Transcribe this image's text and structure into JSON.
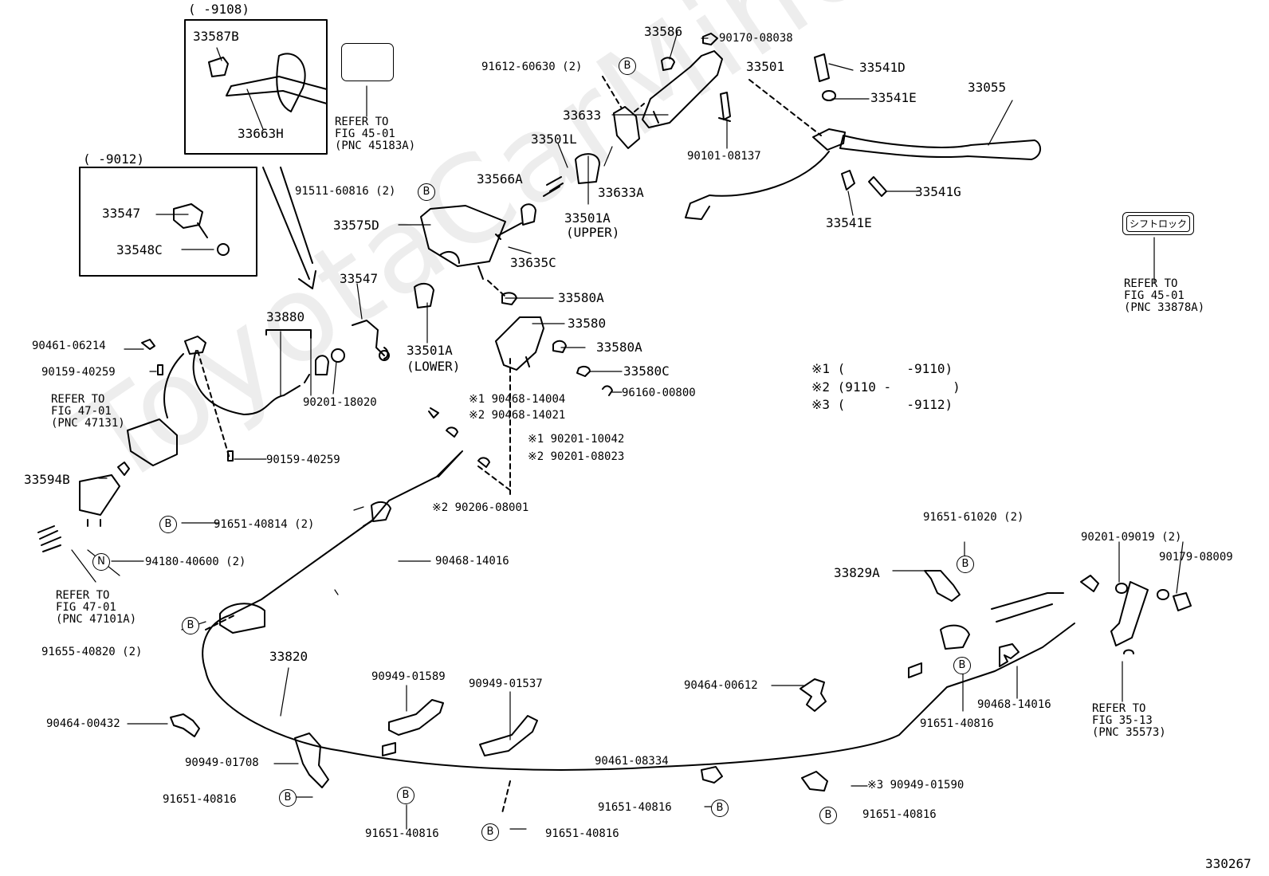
{
  "watermark": "ToyotaCarMine.ru",
  "figure_id": "330267",
  "callouts": {
    "c33587B": "33587B",
    "c33663H": "33663H",
    "c9108": "( -9108)",
    "c9012": "( -9012)",
    "c33547a": "33547",
    "c33548C": "33548C",
    "c33586": "33586",
    "c90170": "90170-08038",
    "c91612": "91612-60630 (2)",
    "c33501": "33501",
    "c33541D": "33541D",
    "c33055": "33055",
    "c33541E_top": "33541E",
    "c33633": "33633",
    "c33501L": "33501L",
    "c90101": "90101-08137",
    "c91511": "91511-60816 (2)",
    "c33566A": "33566A",
    "c33633A": "33633A",
    "c33501A_up": "33501A",
    "upper": "(UPPER)",
    "c33541G": "33541G",
    "c33541E_bot": "33541E",
    "c33575D": "33575D",
    "c33635C": "33635C",
    "c33547b": "33547",
    "c33880": "33880",
    "c33580A_a": "33580A",
    "c33580": "33580",
    "c33580A_b": "33580A",
    "c33580C": "33580C",
    "c33501A_low": "33501A",
    "lower": "(LOWER)",
    "c90461a": "90461-06214",
    "c90159a": "90159-40259",
    "c90201_1802": "90201-18020",
    "c96160": "96160-00800",
    "c90468_14004": "※1 90468-14004",
    "c90468_14021": "※2 90468-14021",
    "c90201_10042": "※1 90201-10042",
    "c90201_08023": "※2 90201-08023",
    "c90159b": "90159-40259",
    "c33594B": "33594B",
    "c91651_40814": "91651-40814 (2)",
    "c90206": "※2 90206-08001",
    "c94180": "94180-40600 (2)",
    "c90468_14016a": "90468-14016",
    "c91651_61020": "91651-61020 (2)",
    "c90201_09019": "90201-09019 (2)",
    "c90179": "90179-08009",
    "c33829A": "33829A",
    "c91655": "91655-40820 (2)",
    "c33820": "33820",
    "c90949_01589": "90949-01589",
    "c90949_01537": "90949-01537",
    "c90464_00612": "90464-00612",
    "c90464_00432": "90464-00432",
    "c90468_14016b": "90468-14016",
    "c91651_40816_r": "91651-40816",
    "c90949_01708": "90949-01708",
    "c91651_40816_l": "91651-40816",
    "c90461_08334": "90461-08334",
    "c90949_01590": "※3 90949-01590",
    "c91651_40816_m": "91651-40816",
    "c91651_40816_b1": "91651-40816",
    "c91651_40816_b2": "91651-40816",
    "c91651_40816_b3": "91651-40816"
  },
  "notes": {
    "n1": "※1 (        -9110)",
    "n2": "※2 (9110 -        )",
    "n3": "※3 (        -9112)"
  },
  "refers": {
    "r1": "REFER TO\nFIG 45-01\n(PNC 45183A)",
    "r2": "REFER TO\nFIG 45-01\n(PNC 33878A)",
    "r3": "REFER TO\nFIG 47-01\n(PNC 47131)",
    "r4": "REFER TO\nFIG 47-01\n(PNC 47101A)",
    "r5": "REFER TO\nFIG 35-13\n(PNC 35573)"
  },
  "shift_lock_text": "シフトロック",
  "badge_b": "B",
  "badge_n": "N"
}
